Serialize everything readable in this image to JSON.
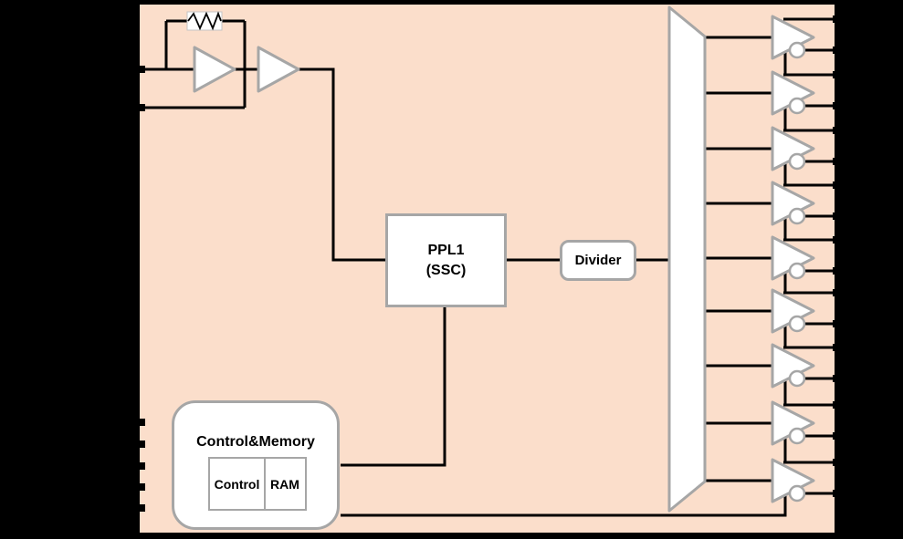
{
  "diagram": {
    "background_color": "#000000",
    "board": {
      "fill": "#fbdecb",
      "border_color": "#000000"
    },
    "wire_color": "#000000",
    "shape_style": {
      "fill": "#ffffff",
      "border_color": "#a6a6a6"
    },
    "blocks": {
      "pll": {
        "line1": "PPL1",
        "line2": "(SSC)"
      },
      "divider": {
        "label": "Divider"
      },
      "control_memory": {
        "title": "Control&Memory",
        "control": "Control",
        "ram": "RAM"
      }
    },
    "icons": [
      "resistor-icon",
      "oscillator-amplifier-icon",
      "buffer-amplifier-icon",
      "fanout-trapezoid-icon",
      "inverting-output-buffer-icon",
      "inverter-bubble-icon",
      "pin-icon"
    ],
    "pins": {
      "left_crystal_pins": 2,
      "left_control_pins": 5,
      "right_output_pins": 18
    },
    "output_buffers": {
      "count": 9
    }
  }
}
